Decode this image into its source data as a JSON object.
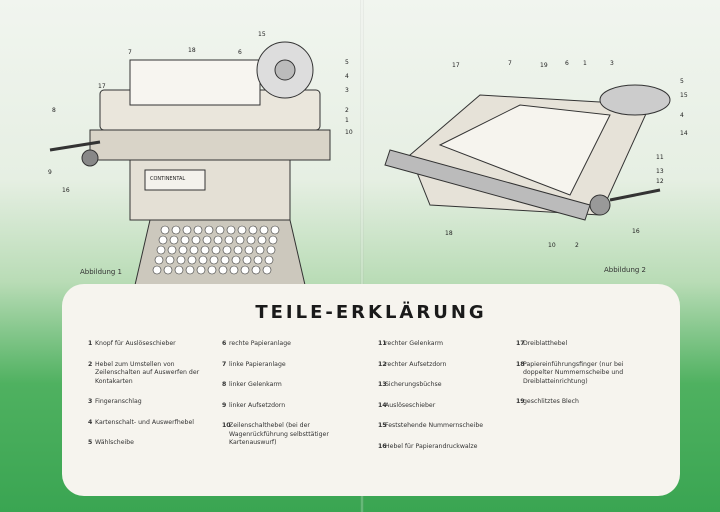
{
  "figures": [
    {
      "caption": "Abbildung 1",
      "brand": "CONTINENTAL",
      "callouts": [
        "7",
        "18",
        "6",
        "15",
        "5",
        "4",
        "3",
        "2",
        "1",
        "10",
        "8",
        "17",
        "9",
        "16"
      ]
    },
    {
      "caption": "Abbildung 2",
      "callouts": [
        "17",
        "7",
        "19",
        "6",
        "1",
        "3",
        "5",
        "15",
        "4",
        "14",
        "11",
        "13",
        "12",
        "16",
        "2",
        "10",
        "18"
      ]
    }
  ],
  "title": "TEILE-ERKLÄRUNG",
  "columns": [
    [
      {
        "n": "1",
        "t": "Knopf für Auslöseschieber"
      },
      {
        "n": "2",
        "t": "Hebel zum Umstellen von Zeilenschalten auf Auswerfen der Kontakarten"
      },
      {
        "n": "3",
        "t": "Fingeranschlag"
      },
      {
        "n": "4",
        "t": "Kartenschalt- und Auswerfhebel"
      },
      {
        "n": "5",
        "t": "Wählscheibe"
      }
    ],
    [
      {
        "n": "6",
        "t": "rechte Papieranlage"
      },
      {
        "n": "7",
        "t": "linke Papieranlage"
      },
      {
        "n": "8",
        "t": "linker Gelenkarm"
      },
      {
        "n": "9",
        "t": "linker Aufsetzdorn"
      },
      {
        "n": "10",
        "t": "Zeilenschalthebel (bei der Wagenrückführung selbsttätiger Kartenauswurf)"
      }
    ],
    [
      {
        "n": "11",
        "t": "rechter Gelenkarm"
      },
      {
        "n": "12",
        "t": "rechter Aufsetzdorn"
      },
      {
        "n": "13",
        "t": "Sicherungsbüchse"
      },
      {
        "n": "14",
        "t": "Auslöseschieber"
      },
      {
        "n": "15",
        "t": "Feststehende Nummernscheibe"
      },
      {
        "n": "16",
        "t": "Hebel für Papierandruckwalze"
      }
    ],
    [
      {
        "n": "17",
        "t": "Dreiblatthebel"
      },
      {
        "n": "18",
        "t": "Papiereinführungsfinger (nur bei doppelter Nummernscheibe und Dreiblatteinrichtung)"
      },
      {
        "n": "19",
        "t": "geschlitztes Blech"
      }
    ]
  ]
}
